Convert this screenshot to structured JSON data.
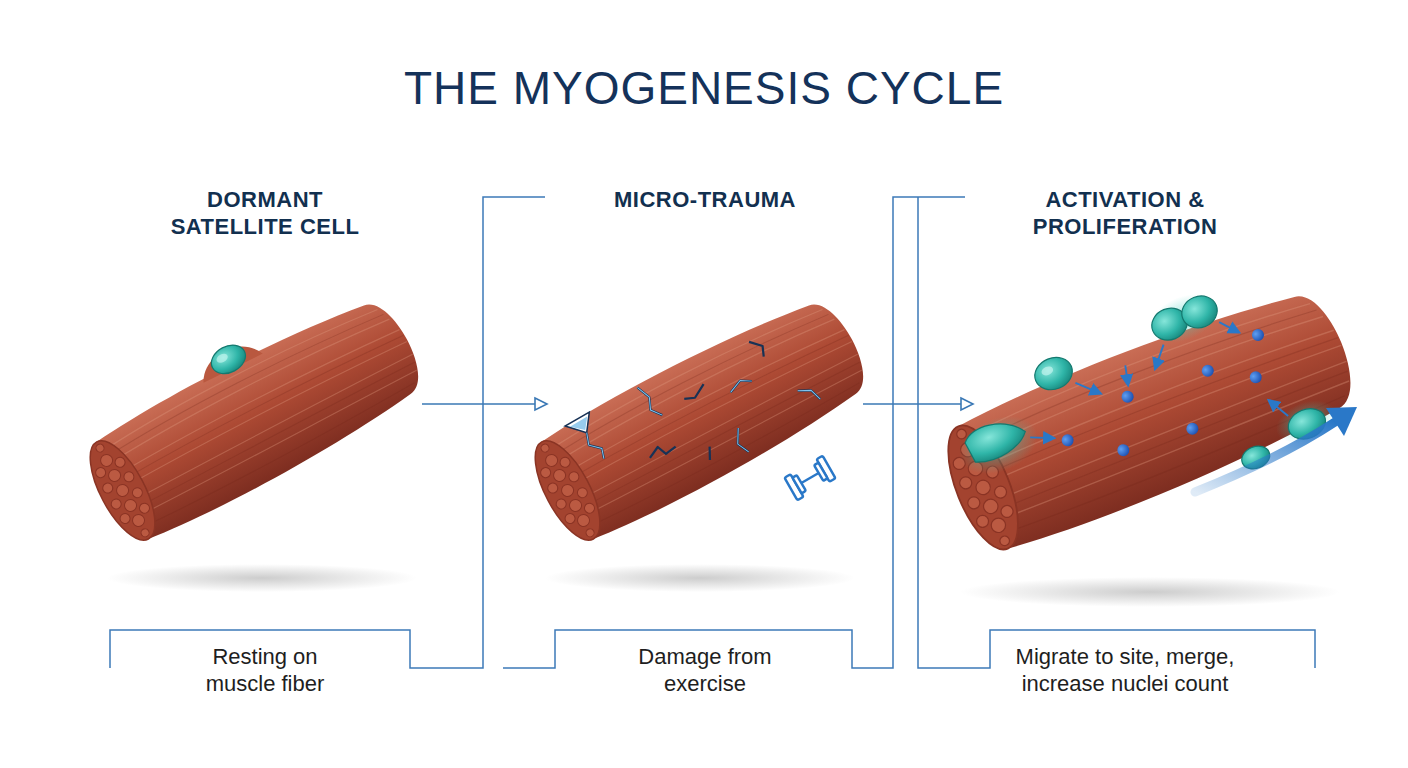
{
  "diagram": {
    "title": "THE MYOGENESIS CYCLE",
    "nodes": [
      {
        "text": [
          "DORMANT SATELLITE CELL",
          "Resting on muscle fiber"
        ]
      },
      {
        "text": [
          "MICRO-TRAUMA",
          "Damage from exercise"
        ]
      },
      {
        "text": [
          "ACTIVATION & PROLIFERATION",
          "Migrate to site, merge, increase nuclei count"
        ]
      }
    ],
    "edges": [
      {
        "from": 0,
        "to": 1,
        "arrow": "to"
      },
      {
        "from": 1,
        "to": 2,
        "arrow": "to"
      }
    ]
  }
}
